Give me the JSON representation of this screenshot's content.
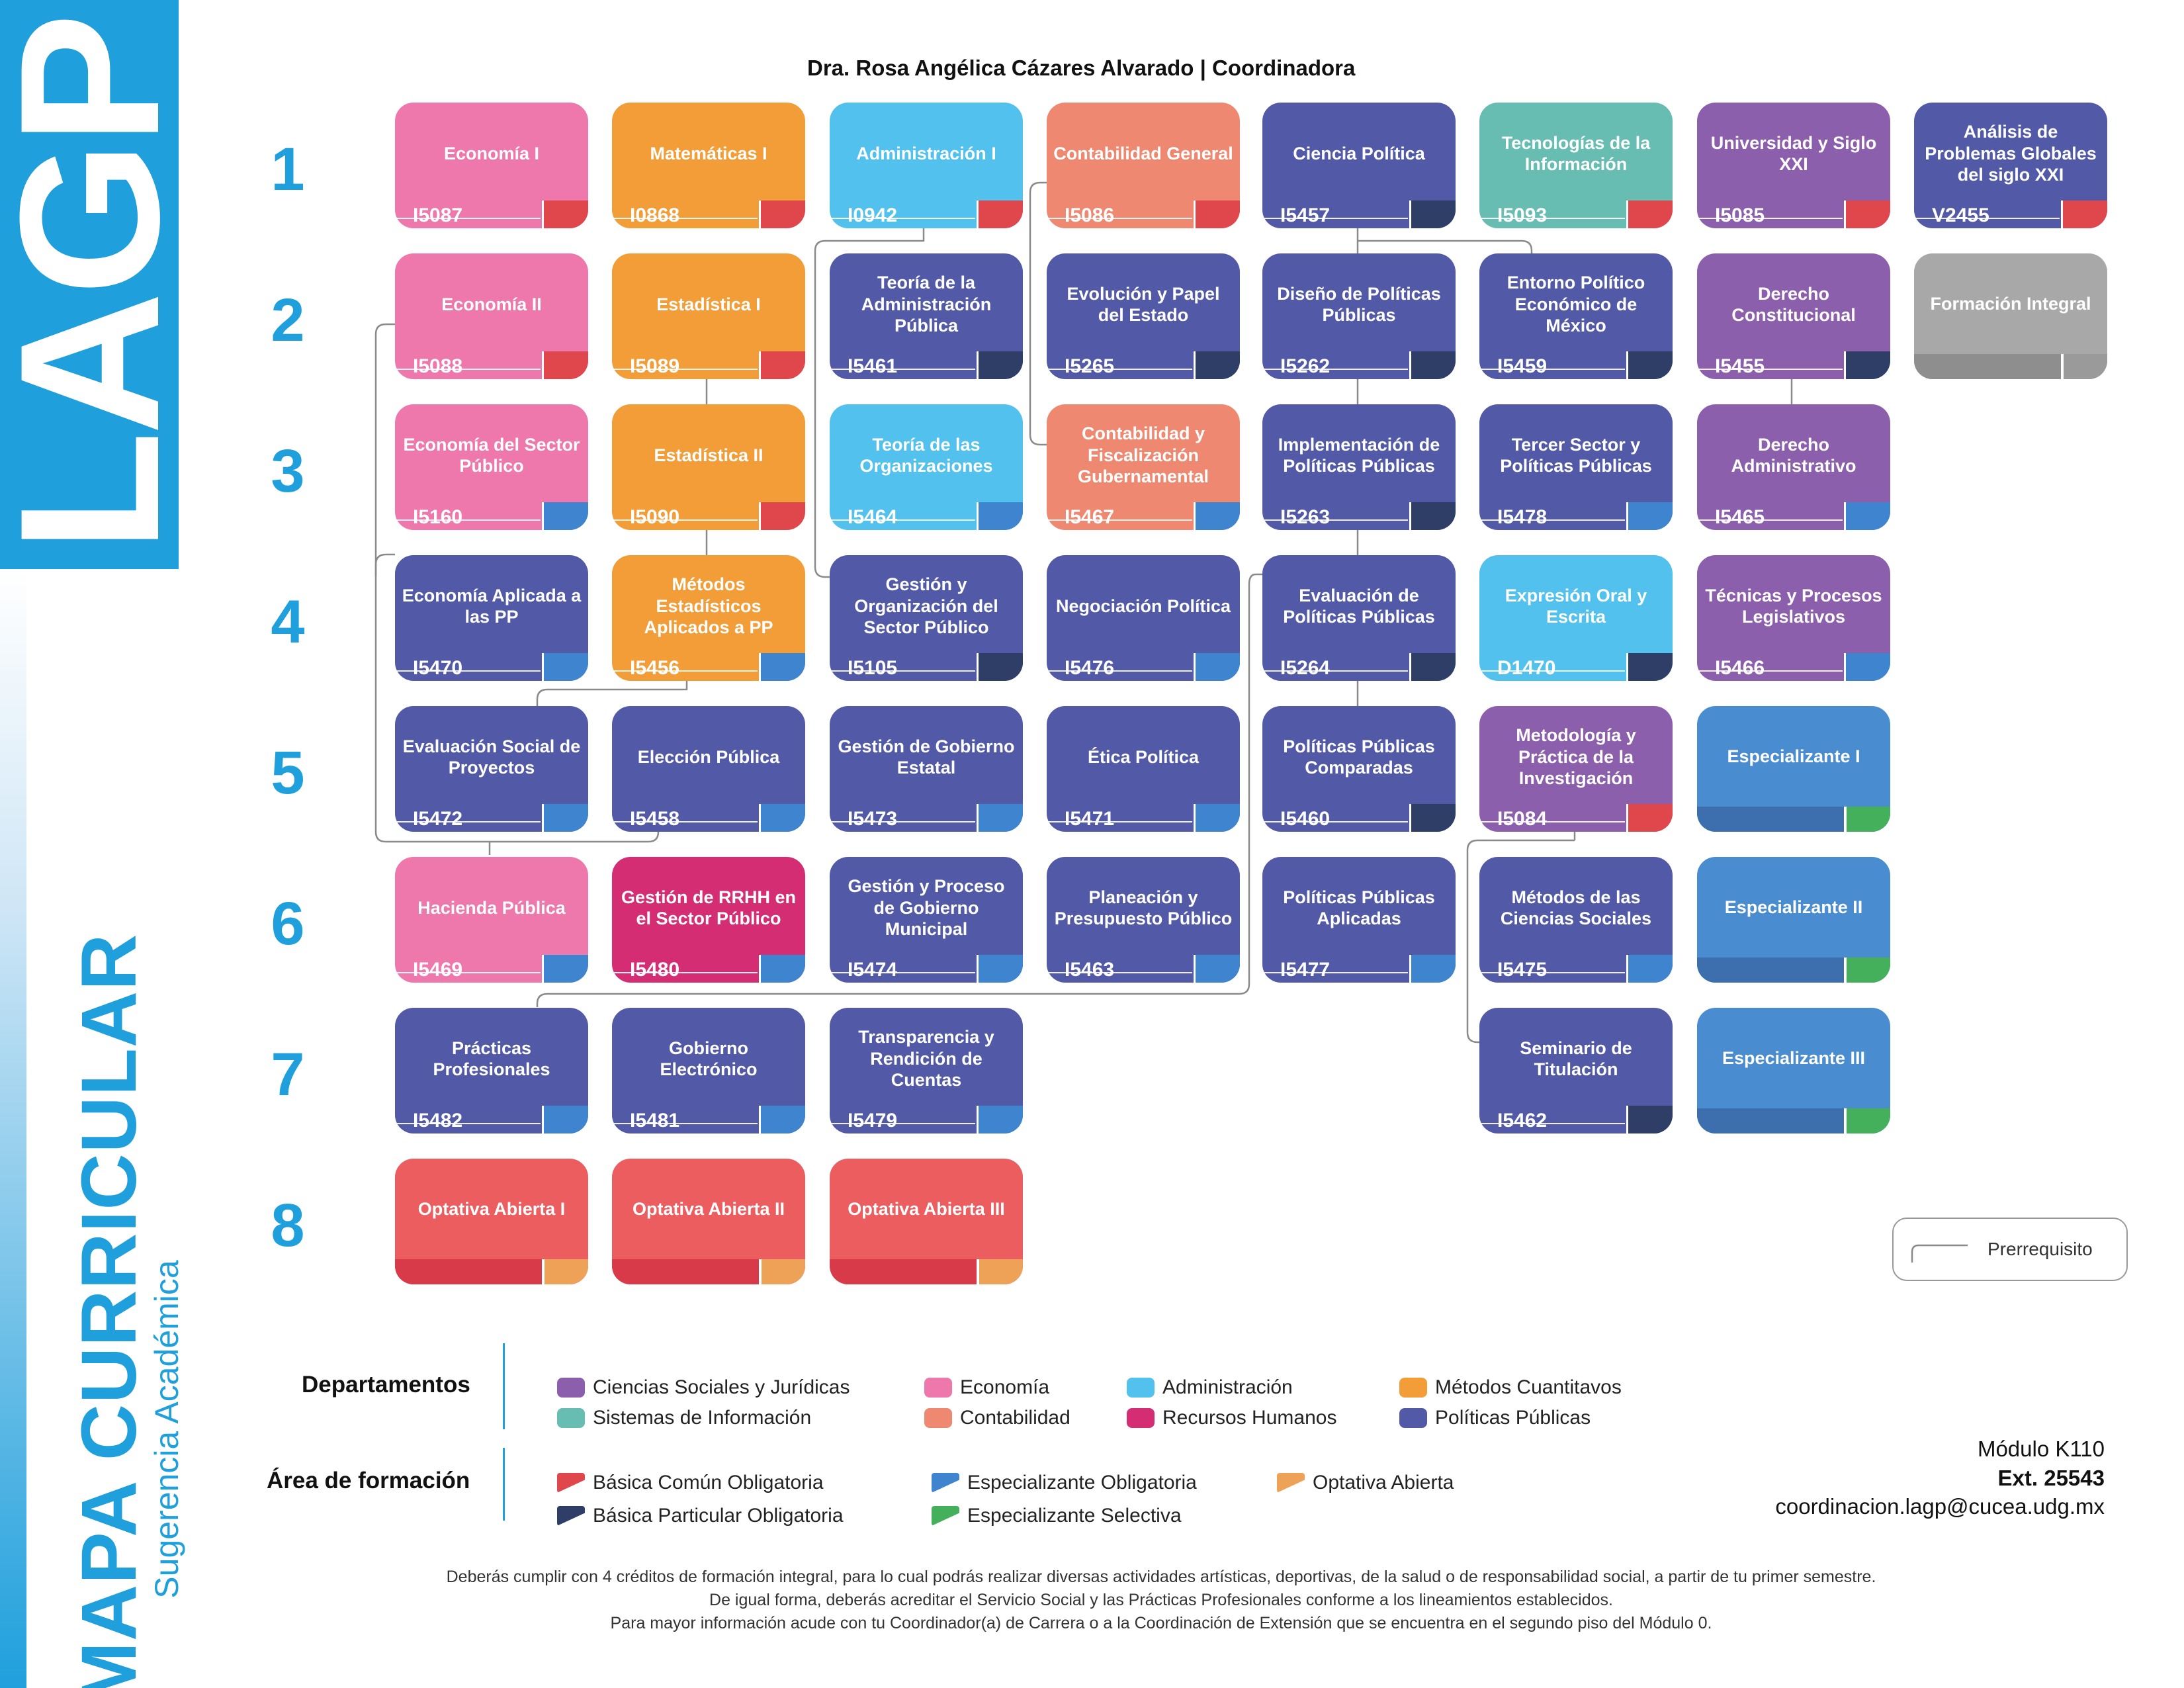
{
  "brand": "LAGP",
  "side_title": "MAPA CURRICULAR",
  "side_subtitle": "Sugerencia Académica",
  "coordinator": "Dra. Rosa Angélica Cázares Alvarado | Coordinadora",
  "semesters": [
    "1",
    "2",
    "3",
    "4",
    "5",
    "6",
    "7",
    "8"
  ],
  "colors": {
    "economia": "#ee77ac",
    "metodos": "#f29d38",
    "administracion": "#52c1ee",
    "contabilidad": "#ef8870",
    "politicas": "#5259a7",
    "sistemas": "#67bdb2",
    "sociales": "#8b5fab",
    "rrhh": "#d42d74",
    "gris": "#a8a8a8",
    "especializante": "#4a8cd0",
    "optativa": "#ec5d60",
    "tag_basica_comun": "#e0474c",
    "tag_basica_particular": "#2e3e66",
    "tag_especializante_obligatoria": "#3e84cf",
    "tag_especializante_selectiva": "#44b05c",
    "tag_optativa": "#eda257"
  },
  "courses": [
    {
      "id": "c1-1",
      "title": "Economía I",
      "code": "I5087",
      "color": "economia",
      "tag": "tag_basica_comun"
    },
    {
      "id": "c1-2",
      "title": "Matemáticas I",
      "code": "I0868",
      "color": "metodos",
      "tag": "tag_basica_comun"
    },
    {
      "id": "c1-3",
      "title": "Administración I",
      "code": "I0942",
      "color": "administracion",
      "tag": "tag_basica_comun"
    },
    {
      "id": "c1-4",
      "title": "Contabilidad General",
      "code": "I5086",
      "color": "contabilidad",
      "tag": "tag_basica_comun"
    },
    {
      "id": "c1-5",
      "title": "Ciencia Política",
      "code": "I5457",
      "color": "politicas",
      "tag": "tag_basica_particular"
    },
    {
      "id": "c1-6",
      "title": "Tecnologías de la Información",
      "code": "I5093",
      "color": "sistemas",
      "tag": "tag_basica_comun"
    },
    {
      "id": "c1-7",
      "title": "Universidad y Siglo XXI",
      "code": "I5085",
      "color": "sociales",
      "tag": "tag_basica_comun"
    },
    {
      "id": "c1-8",
      "title": "Análisis de Problemas Globales del siglo XXI",
      "code": "V2455",
      "color": "politicas",
      "tag": "tag_basica_comun"
    },
    {
      "id": "c2-1",
      "title": "Economía II",
      "code": "I5088",
      "color": "economia",
      "tag": "tag_basica_comun"
    },
    {
      "id": "c2-2",
      "title": "Estadística I",
      "code": "I5089",
      "color": "metodos",
      "tag": "tag_basica_comun"
    },
    {
      "id": "c2-3",
      "title": "Teoría de la Administración Pública",
      "code": "I5461",
      "color": "politicas",
      "tag": "tag_basica_particular"
    },
    {
      "id": "c2-4",
      "title": "Evolución y Papel del Estado",
      "code": "I5265",
      "color": "politicas",
      "tag": "tag_basica_particular"
    },
    {
      "id": "c2-5",
      "title": "Diseño de Políticas Públicas",
      "code": "I5262",
      "color": "politicas",
      "tag": "tag_basica_particular"
    },
    {
      "id": "c2-6",
      "title": "Entorno Político Económico de México",
      "code": "I5459",
      "color": "politicas",
      "tag": "tag_basica_particular"
    },
    {
      "id": "c2-7",
      "title": "Derecho Constitucional",
      "code": "I5455",
      "color": "sociales",
      "tag": "tag_basica_particular"
    },
    {
      "id": "c2-8",
      "title": "Formación Integral",
      "code": "",
      "color": "gris",
      "tag": "",
      "elective": true,
      "strip": "#8e8e8e",
      "tagcolor": "#9a9a9a"
    },
    {
      "id": "c3-1",
      "title": "Economía del Sector Público",
      "code": "I5160",
      "color": "economia",
      "tag": "tag_especializante_obligatoria"
    },
    {
      "id": "c3-2",
      "title": "Estadística II",
      "code": "I5090",
      "color": "metodos",
      "tag": "tag_basica_comun"
    },
    {
      "id": "c3-3",
      "title": "Teoría de las Organizaciones",
      "code": "I5464",
      "color": "administracion",
      "tag": "tag_especializante_obligatoria"
    },
    {
      "id": "c3-4",
      "title": "Contabilidad y Fiscalización Gubernamental",
      "code": "I5467",
      "color": "contabilidad",
      "tag": "tag_especializante_obligatoria"
    },
    {
      "id": "c3-5",
      "title": "Implementación de Políticas Públicas",
      "code": "I5263",
      "color": "politicas",
      "tag": "tag_basica_particular"
    },
    {
      "id": "c3-6",
      "title": "Tercer Sector y Políticas Públicas",
      "code": "I5478",
      "color": "politicas",
      "tag": "tag_especializante_obligatoria"
    },
    {
      "id": "c3-7",
      "title": "Derecho Administrativo",
      "code": "I5465",
      "color": "sociales",
      "tag": "tag_especializante_obligatoria"
    },
    {
      "id": "c4-1",
      "title": "Economía Aplicada a las PP",
      "code": "I5470",
      "color": "politicas",
      "tag": "tag_especializante_obligatoria"
    },
    {
      "id": "c4-2",
      "title": "Métodos Estadísticos Aplicados a PP",
      "code": "I5456",
      "color": "metodos",
      "tag": "tag_especializante_obligatoria"
    },
    {
      "id": "c4-3",
      "title": "Gestión y Organización del Sector Público",
      "code": "I5105",
      "color": "politicas",
      "tag": "tag_basica_particular"
    },
    {
      "id": "c4-4",
      "title": "Negociación Política",
      "code": "I5476",
      "color": "politicas",
      "tag": "tag_especializante_obligatoria"
    },
    {
      "id": "c4-5",
      "title": "Evaluación de Políticas Públicas",
      "code": "I5264",
      "color": "politicas",
      "tag": "tag_basica_particular"
    },
    {
      "id": "c4-6",
      "title": "Expresión Oral y Escrita",
      "code": "D1470",
      "color": "administracion",
      "tag": "tag_basica_particular"
    },
    {
      "id": "c4-7",
      "title": "Técnicas y Procesos Legislativos",
      "code": "I5466",
      "color": "sociales",
      "tag": "tag_especializante_obligatoria"
    },
    {
      "id": "c5-1",
      "title": "Evaluación Social de Proyectos",
      "code": "I5472",
      "color": "politicas",
      "tag": "tag_especializante_obligatoria"
    },
    {
      "id": "c5-2",
      "title": "Elección Pública",
      "code": "I5458",
      "color": "politicas",
      "tag": "tag_especializante_obligatoria"
    },
    {
      "id": "c5-3",
      "title": "Gestión de Gobierno Estatal",
      "code": "I5473",
      "color": "politicas",
      "tag": "tag_especializante_obligatoria"
    },
    {
      "id": "c5-4",
      "title": "Ética Política",
      "code": "I5471",
      "color": "politicas",
      "tag": "tag_especializante_obligatoria"
    },
    {
      "id": "c5-5",
      "title": "Políticas Públicas Comparadas",
      "code": "I5460",
      "color": "politicas",
      "tag": "tag_basica_particular"
    },
    {
      "id": "c5-6",
      "title": "Metodología y Práctica de la Investigación",
      "code": "I5084",
      "color": "sociales",
      "tag": "tag_basica_comun"
    },
    {
      "id": "c5-7",
      "title": "Especializante I",
      "code": "",
      "color": "especializante",
      "tag": "",
      "elective": true,
      "strip": "#3d6fae",
      "tagcolor": "#44b05c"
    },
    {
      "id": "c6-1",
      "title": "Hacienda Pública",
      "code": "I5469",
      "color": "economia",
      "tag": "tag_especializante_obligatoria"
    },
    {
      "id": "c6-2",
      "title": "Gestión de RRHH en el Sector Público",
      "code": "I5480",
      "color": "rrhh",
      "tag": "tag_especializante_obligatoria"
    },
    {
      "id": "c6-3",
      "title": "Gestión y Proceso de Gobierno Municipal",
      "code": "I5474",
      "color": "politicas",
      "tag": "tag_especializante_obligatoria"
    },
    {
      "id": "c6-4",
      "title": "Planeación y Presupuesto Público",
      "code": "I5463",
      "color": "politicas",
      "tag": "tag_especializante_obligatoria"
    },
    {
      "id": "c6-5",
      "title": "Políticas Públicas Aplicadas",
      "code": "I5477",
      "color": "politicas",
      "tag": "tag_especializante_obligatoria"
    },
    {
      "id": "c6-6",
      "title": "Métodos de las Ciencias Sociales",
      "code": "I5475",
      "color": "politicas",
      "tag": "tag_especializante_obligatoria"
    },
    {
      "id": "c6-7",
      "title": "Especializante II",
      "code": "",
      "color": "especializante",
      "tag": "",
      "elective": true,
      "strip": "#3d6fae",
      "tagcolor": "#44b05c"
    },
    {
      "id": "c7-1",
      "title": "Prácticas Profesionales",
      "code": "I5482",
      "color": "politicas",
      "tag": "tag_especializante_obligatoria"
    },
    {
      "id": "c7-2",
      "title": "Gobierno Electrónico",
      "code": "I5481",
      "color": "politicas",
      "tag": "tag_especializante_obligatoria"
    },
    {
      "id": "c7-3",
      "title": "Transparencia y Rendición de Cuentas",
      "code": "I5479",
      "color": "politicas",
      "tag": "tag_especializante_obligatoria"
    },
    {
      "id": "c7-6",
      "title": "Seminario de Titulación",
      "code": "I5462",
      "color": "politicas",
      "tag": "tag_basica_particular"
    },
    {
      "id": "c7-7",
      "title": "Especializante III",
      "code": "",
      "color": "especializante",
      "tag": "",
      "elective": true,
      "strip": "#3d6fae",
      "tagcolor": "#44b05c"
    },
    {
      "id": "c8-1",
      "title": "Optativa Abierta I",
      "code": "",
      "color": "optativa",
      "tag": "",
      "elective": true,
      "strip": "#d93a4a",
      "tagcolor": "#eda257"
    },
    {
      "id": "c8-2",
      "title": "Optativa Abierta II",
      "code": "",
      "color": "optativa",
      "tag": "",
      "elective": true,
      "strip": "#d93a4a",
      "tagcolor": "#eda257"
    },
    {
      "id": "c8-3",
      "title": "Optativa Abierta III",
      "code": "",
      "color": "optativa",
      "tag": "",
      "elective": true,
      "strip": "#d93a4a",
      "tagcolor": "#eda257"
    }
  ],
  "prerequisite_label": "Prerrequisito",
  "legend": {
    "departments_title": "Departamentos",
    "departments": [
      {
        "label": "Ciencias Sociales y Jurídicas",
        "color": "#8b5fab"
      },
      {
        "label": "Economía",
        "color": "#ee77ac"
      },
      {
        "label": "Administración",
        "color": "#52c1ee"
      },
      {
        "label": "Métodos Cuantitavos",
        "color": "#f29d38"
      },
      {
        "label": "Sistemas de Información",
        "color": "#67bdb2"
      },
      {
        "label": "Contabilidad",
        "color": "#ef8870"
      },
      {
        "label": "Recursos Humanos",
        "color": "#d42d74"
      },
      {
        "label": "Políticas Públicas",
        "color": "#5259a7"
      }
    ],
    "areas_title": "Área de formación",
    "areas": [
      {
        "label": "Básica Común Obligatoria",
        "color": "#e0474c"
      },
      {
        "label": "Especializante Obligatoria",
        "color": "#3e84cf"
      },
      {
        "label": "Optativa Abierta",
        "color": "#eda257"
      },
      {
        "label": "Básica Particular Obligatoria",
        "color": "#2e3e66"
      },
      {
        "label": "Especializante Selectiva",
        "color": "#44b05c"
      }
    ]
  },
  "contact": {
    "module": "Módulo K110",
    "ext": "Ext. 25543",
    "email": "coordinacion.lagp@cucea.udg.mx"
  },
  "notes": [
    "Deberás cumplir con 4 créditos de formación integral, para lo cual podrás realizar diversas actividades artísticas, deportivas, de la salud o de responsabilidad social, a partir de tu primer semestre.",
    "De igual forma, deberás acreditar el Servicio Social y las Prácticas Profesionales conforme a los lineamientos establecidos.",
    "Para mayor información acude con tu Coordinador(a) de Carrera o a la Coordinación de Extensión que se encuentra en el segundo piso del Módulo 0."
  ]
}
